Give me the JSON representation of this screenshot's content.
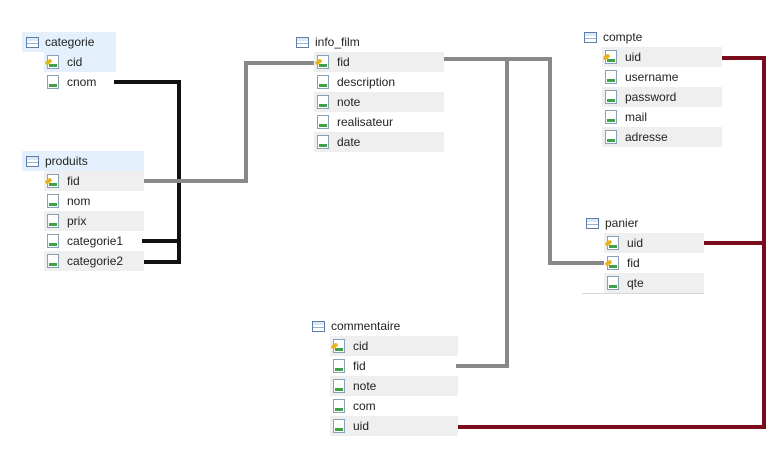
{
  "tables": {
    "categorie": {
      "name": "categorie",
      "fields": [
        "cid",
        "cnom"
      ]
    },
    "produits": {
      "name": "produits",
      "fields": [
        "fid",
        "nom",
        "prix",
        "categorie1",
        "categorie2"
      ]
    },
    "info_film": {
      "name": "info_film",
      "fields": [
        "fid",
        "description",
        "note",
        "realisateur",
        "date"
      ]
    },
    "compte": {
      "name": "compte",
      "fields": [
        "uid",
        "username",
        "password",
        "mail",
        "adresse"
      ]
    },
    "panier": {
      "name": "panier",
      "fields": [
        "uid",
        "fid",
        "qte"
      ]
    },
    "commentaire": {
      "name": "commentaire",
      "fields": [
        "cid",
        "fid",
        "note",
        "com",
        "uid"
      ]
    }
  },
  "colors": {
    "gray_link": "#888888",
    "black_link": "#111111",
    "red_link": "#7a0b1a"
  }
}
